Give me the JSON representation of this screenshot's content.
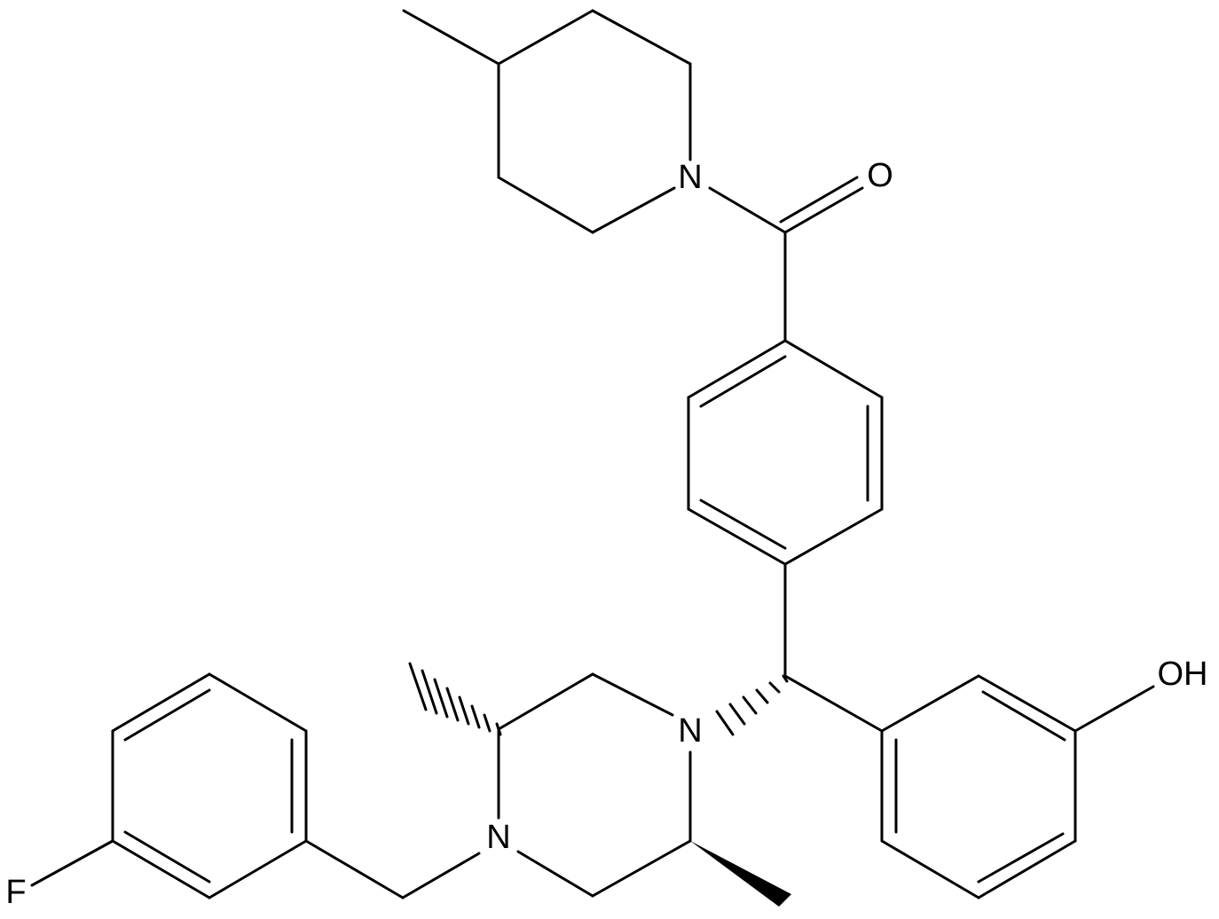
{
  "atoms": {
    "O_carbonyl": "O",
    "N_piperidine": "N",
    "N_piperazine_1": "N",
    "N_piperazine_4": "N",
    "OH": "OH",
    "F": "F"
  }
}
